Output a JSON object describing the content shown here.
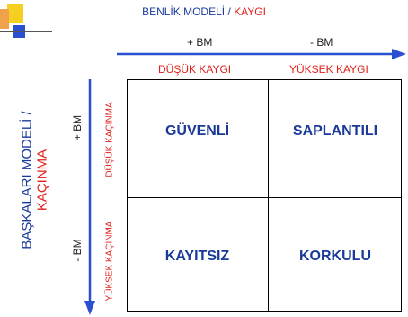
{
  "top_axis": {
    "title_part1": "BENLİK MODELİ / ",
    "title_part2": "KAYGI",
    "plus_label": "+ BM",
    "minus_label": "- BM",
    "low_label": "DÜŞÜK KAYGI",
    "high_label": "YÜKSEK KAYGI"
  },
  "left_axis": {
    "title_part1": "BAŞKALARI MODELİ /",
    "title_part2": "KAÇINMA",
    "plus_label": "+ BM",
    "minus_label": "- BM",
    "low_label": "DÜŞÜK KAÇINMA",
    "high_label": "YÜKSEK KAÇINMA"
  },
  "cells": {
    "top_left": "GÜVENLİ",
    "top_right": "SAPLANTILI",
    "bottom_left": "KAYITSIZ",
    "bottom_right": "KORKULU"
  },
  "colors": {
    "blue": "#1a3a9a",
    "red": "#e0201a",
    "accent_yellow": "#f5d020",
    "accent_blue": "#2a4fd0"
  }
}
